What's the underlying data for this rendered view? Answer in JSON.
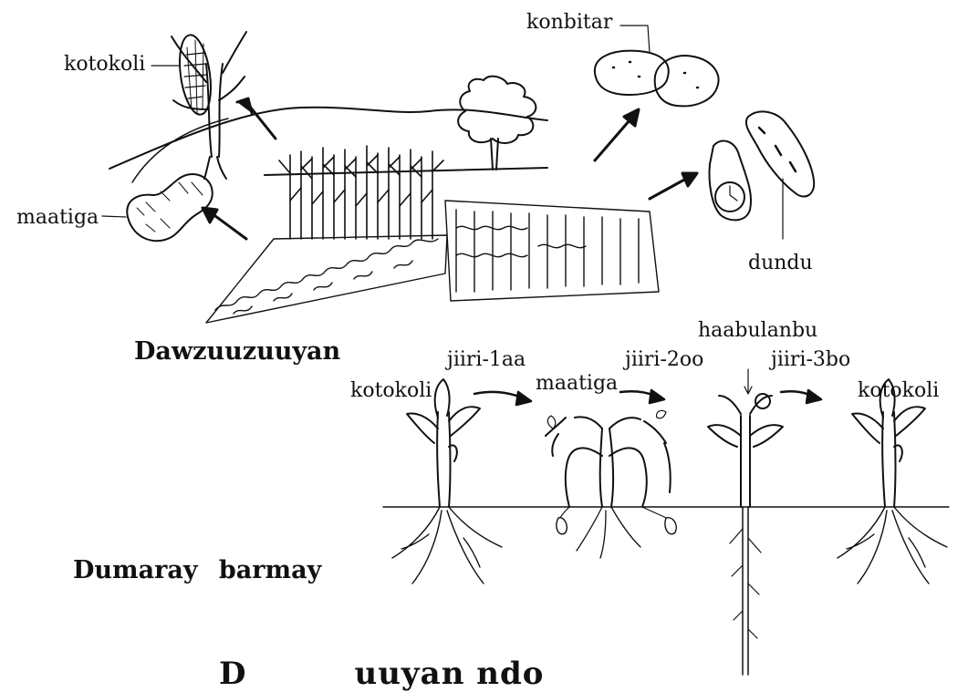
{
  "labels": {
    "kotokoli_top": "kotokoli",
    "maatiga_left": "maatiga",
    "konbitar": "konbitar",
    "dundu": "dundu",
    "haabulanbu": "haabulanbu",
    "jiiri_1": "jiiri-1aa",
    "jiiri_2": "jiiri-2oo",
    "jiiri_3": "jiiri-3bo",
    "kotokoli_left": "kotokoli",
    "maatiga_mid": "maatiga",
    "kotokoli_right": "kotokoli"
  },
  "titles": {
    "intercropping": "Dawzuuzuuyan",
    "rotation": "Dumaray barmay",
    "bottom_part_1": "D",
    "bottom_part_2": "uuyan ndo"
  }
}
